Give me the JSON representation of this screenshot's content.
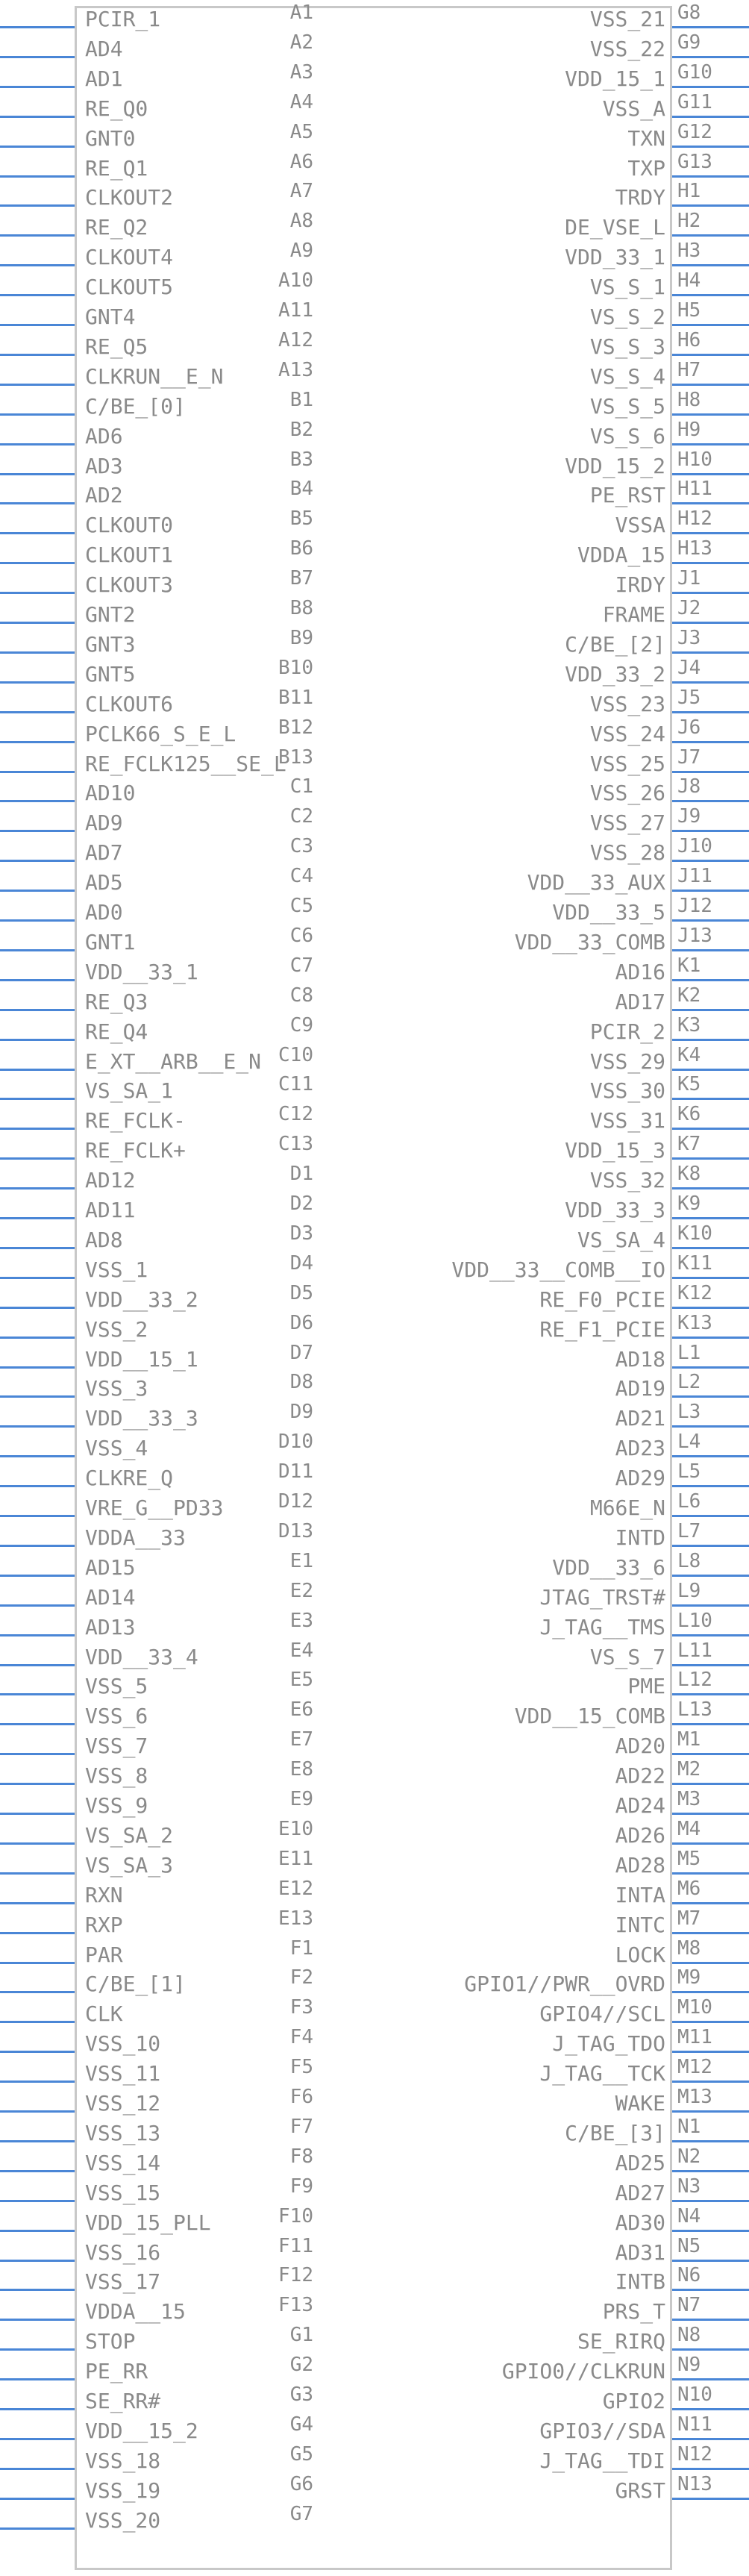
{
  "component": {
    "left_pins": [
      {
        "num": "A1",
        "name": "PCIR_1"
      },
      {
        "num": "A2",
        "name": "AD4"
      },
      {
        "num": "A3",
        "name": "AD1"
      },
      {
        "num": "A4",
        "name": "RE_Q0"
      },
      {
        "num": "A5",
        "name": "GNT0"
      },
      {
        "num": "A6",
        "name": "RE_Q1"
      },
      {
        "num": "A7",
        "name": "CLKOUT2"
      },
      {
        "num": "A8",
        "name": "RE_Q2"
      },
      {
        "num": "A9",
        "name": "CLKOUT4"
      },
      {
        "num": "A10",
        "name": "CLKOUT5"
      },
      {
        "num": "A11",
        "name": "GNT4"
      },
      {
        "num": "A12",
        "name": "RE_Q5"
      },
      {
        "num": "A13",
        "name": "CLKRUN__E_N"
      },
      {
        "num": "B1",
        "name": "C/BE_[0]"
      },
      {
        "num": "B2",
        "name": "AD6"
      },
      {
        "num": "B3",
        "name": "AD3"
      },
      {
        "num": "B4",
        "name": "AD2"
      },
      {
        "num": "B5",
        "name": "CLKOUT0"
      },
      {
        "num": "B6",
        "name": "CLKOUT1"
      },
      {
        "num": "B7",
        "name": "CLKOUT3"
      },
      {
        "num": "B8",
        "name": "GNT2"
      },
      {
        "num": "B9",
        "name": "GNT3"
      },
      {
        "num": "B10",
        "name": "GNT5"
      },
      {
        "num": "B11",
        "name": "CLKOUT6"
      },
      {
        "num": "B12",
        "name": "PCLK66_S_E_L"
      },
      {
        "num": "B13",
        "name": "RE_FCLK125__SE_L"
      },
      {
        "num": "C1",
        "name": "AD10"
      },
      {
        "num": "C2",
        "name": "AD9"
      },
      {
        "num": "C3",
        "name": "AD7"
      },
      {
        "num": "C4",
        "name": "AD5"
      },
      {
        "num": "C5",
        "name": "AD0"
      },
      {
        "num": "C6",
        "name": "GNT1"
      },
      {
        "num": "C7",
        "name": "VDD__33_1"
      },
      {
        "num": "C8",
        "name": "RE_Q3"
      },
      {
        "num": "C9",
        "name": "RE_Q4"
      },
      {
        "num": "C10",
        "name": "E_XT__ARB__E_N"
      },
      {
        "num": "C11",
        "name": "VS_SA_1"
      },
      {
        "num": "C12",
        "name": "RE_FCLK-"
      },
      {
        "num": "C13",
        "name": "RE_FCLK+"
      },
      {
        "num": "D1",
        "name": "AD12"
      },
      {
        "num": "D2",
        "name": "AD11"
      },
      {
        "num": "D3",
        "name": "AD8"
      },
      {
        "num": "D4",
        "name": "VSS_1"
      },
      {
        "num": "D5",
        "name": "VDD__33_2"
      },
      {
        "num": "D6",
        "name": "VSS_2"
      },
      {
        "num": "D7",
        "name": "VDD__15_1"
      },
      {
        "num": "D8",
        "name": "VSS_3"
      },
      {
        "num": "D9",
        "name": "VDD__33_3"
      },
      {
        "num": "D10",
        "name": "VSS_4"
      },
      {
        "num": "D11",
        "name": "CLKRE_Q"
      },
      {
        "num": "D12",
        "name": "VRE_G__PD33"
      },
      {
        "num": "D13",
        "name": "VDDA__33"
      },
      {
        "num": "E1",
        "name": "AD15"
      },
      {
        "num": "E2",
        "name": "AD14"
      },
      {
        "num": "E3",
        "name": "AD13"
      },
      {
        "num": "E4",
        "name": "VDD__33_4"
      },
      {
        "num": "E5",
        "name": "VSS_5"
      },
      {
        "num": "E6",
        "name": "VSS_6"
      },
      {
        "num": "E7",
        "name": "VSS_7"
      },
      {
        "num": "E8",
        "name": "VSS_8"
      },
      {
        "num": "E9",
        "name": "VSS_9"
      },
      {
        "num": "E10",
        "name": "VS_SA_2"
      },
      {
        "num": "E11",
        "name": "VS_SA_3"
      },
      {
        "num": "E12",
        "name": "RXN"
      },
      {
        "num": "E13",
        "name": "RXP"
      },
      {
        "num": "F1",
        "name": "PAR"
      },
      {
        "num": "F2",
        "name": "C/BE_[1]"
      },
      {
        "num": "F3",
        "name": "CLK"
      },
      {
        "num": "F4",
        "name": "VSS_10"
      },
      {
        "num": "F5",
        "name": "VSS_11"
      },
      {
        "num": "F6",
        "name": "VSS_12"
      },
      {
        "num": "F7",
        "name": "VSS_13"
      },
      {
        "num": "F8",
        "name": "VSS_14"
      },
      {
        "num": "F9",
        "name": "VSS_15"
      },
      {
        "num": "F10",
        "name": "VDD_15_PLL"
      },
      {
        "num": "F11",
        "name": "VSS_16"
      },
      {
        "num": "F12",
        "name": "VSS_17"
      },
      {
        "num": "F13",
        "name": "VDDA__15"
      },
      {
        "num": "G1",
        "name": "STOP"
      },
      {
        "num": "G2",
        "name": "PE_RR"
      },
      {
        "num": "G3",
        "name": "SE_RR#"
      },
      {
        "num": "G4",
        "name": "VDD__15_2"
      },
      {
        "num": "G5",
        "name": "VSS_18"
      },
      {
        "num": "G6",
        "name": "VSS_19"
      },
      {
        "num": "G7",
        "name": "VSS_20"
      }
    ],
    "right_pins": [
      {
        "num": "G8",
        "name": "VSS_21"
      },
      {
        "num": "G9",
        "name": "VSS_22"
      },
      {
        "num": "G10",
        "name": "VDD_15_1"
      },
      {
        "num": "G11",
        "name": "VSS_A"
      },
      {
        "num": "G12",
        "name": "TXN"
      },
      {
        "num": "G13",
        "name": "TXP"
      },
      {
        "num": "H1",
        "name": "TRDY"
      },
      {
        "num": "H2",
        "name": "DE_VSE_L"
      },
      {
        "num": "H3",
        "name": "VDD_33_1"
      },
      {
        "num": "H4",
        "name": "VS_S_1"
      },
      {
        "num": "H5",
        "name": "VS_S_2"
      },
      {
        "num": "H6",
        "name": "VS_S_3"
      },
      {
        "num": "H7",
        "name": "VS_S_4"
      },
      {
        "num": "H8",
        "name": "VS_S_5"
      },
      {
        "num": "H9",
        "name": "VS_S_6"
      },
      {
        "num": "H10",
        "name": "VDD_15_2"
      },
      {
        "num": "H11",
        "name": "PE_RST"
      },
      {
        "num": "H12",
        "name": "VSSA"
      },
      {
        "num": "H13",
        "name": "VDDA_15"
      },
      {
        "num": "J1",
        "name": "IRDY"
      },
      {
        "num": "J2",
        "name": "FRAME"
      },
      {
        "num": "J3",
        "name": "C/BE_[2]"
      },
      {
        "num": "J4",
        "name": "VDD_33_2"
      },
      {
        "num": "J5",
        "name": "VSS_23"
      },
      {
        "num": "J6",
        "name": "VSS_24"
      },
      {
        "num": "J7",
        "name": "VSS_25"
      },
      {
        "num": "J8",
        "name": "VSS_26"
      },
      {
        "num": "J9",
        "name": "VSS_27"
      },
      {
        "num": "J10",
        "name": "VSS_28"
      },
      {
        "num": "J11",
        "name": "VDD__33_AUX"
      },
      {
        "num": "J12",
        "name": "VDD__33_5"
      },
      {
        "num": "J13",
        "name": "VDD__33_COMB"
      },
      {
        "num": "K1",
        "name": "AD16"
      },
      {
        "num": "K2",
        "name": "AD17"
      },
      {
        "num": "K3",
        "name": "PCIR_2"
      },
      {
        "num": "K4",
        "name": "VSS_29"
      },
      {
        "num": "K5",
        "name": "VSS_30"
      },
      {
        "num": "K6",
        "name": "VSS_31"
      },
      {
        "num": "K7",
        "name": "VDD_15_3"
      },
      {
        "num": "K8",
        "name": "VSS_32"
      },
      {
        "num": "K9",
        "name": "VDD_33_3"
      },
      {
        "num": "K10",
        "name": "VS_SA_4"
      },
      {
        "num": "K11",
        "name": "VDD__33__COMB__IO"
      },
      {
        "num": "K12",
        "name": "RE_F0_PCIE"
      },
      {
        "num": "K13",
        "name": "RE_F1_PCIE"
      },
      {
        "num": "L1",
        "name": "AD18"
      },
      {
        "num": "L2",
        "name": "AD19"
      },
      {
        "num": "L3",
        "name": "AD21"
      },
      {
        "num": "L4",
        "name": "AD23"
      },
      {
        "num": "L5",
        "name": "AD29"
      },
      {
        "num": "L6",
        "name": "M66E_N"
      },
      {
        "num": "L7",
        "name": "INTD"
      },
      {
        "num": "L8",
        "name": "VDD__33_6"
      },
      {
        "num": "L9",
        "name": "JTAG_TRST#"
      },
      {
        "num": "L10",
        "name": "J_TAG__TMS"
      },
      {
        "num": "L11",
        "name": "VS_S_7"
      },
      {
        "num": "L12",
        "name": "PME"
      },
      {
        "num": "L13",
        "name": "VDD__15_COMB"
      },
      {
        "num": "M1",
        "name": "AD20"
      },
      {
        "num": "M2",
        "name": "AD22"
      },
      {
        "num": "M3",
        "name": "AD24"
      },
      {
        "num": "M4",
        "name": "AD26"
      },
      {
        "num": "M5",
        "name": "AD28"
      },
      {
        "num": "M6",
        "name": "INTA"
      },
      {
        "num": "M7",
        "name": "INTC"
      },
      {
        "num": "M8",
        "name": "LOCK"
      },
      {
        "num": "M9",
        "name": "GPIO1//PWR__OVRD"
      },
      {
        "num": "M10",
        "name": "GPIO4//SCL"
      },
      {
        "num": "M11",
        "name": "J_TAG_TDO"
      },
      {
        "num": "M12",
        "name": "J_TAG__TCK"
      },
      {
        "num": "M13",
        "name": "WAKE"
      },
      {
        "num": "N1",
        "name": "C/BE_[3]"
      },
      {
        "num": "N2",
        "name": "AD25"
      },
      {
        "num": "N3",
        "name": "AD27"
      },
      {
        "num": "N4",
        "name": "AD30"
      },
      {
        "num": "N5",
        "name": "AD31"
      },
      {
        "num": "N6",
        "name": "INTB"
      },
      {
        "num": "N7",
        "name": "PRS_T"
      },
      {
        "num": "N8",
        "name": "SE_RIRQ"
      },
      {
        "num": "N9",
        "name": "GPIO0//CLKRUN"
      },
      {
        "num": "N10",
        "name": "GPIO2"
      },
      {
        "num": "N11",
        "name": "GPIO3//SDA"
      },
      {
        "num": "N12",
        "name": "J_TAG__TDI"
      },
      {
        "num": "N13",
        "name": "GRST"
      }
    ],
    "colors": {
      "pin_line": "#4a86d6",
      "text": "#8a8a8a",
      "body_border": "#c8c8c8"
    }
  }
}
